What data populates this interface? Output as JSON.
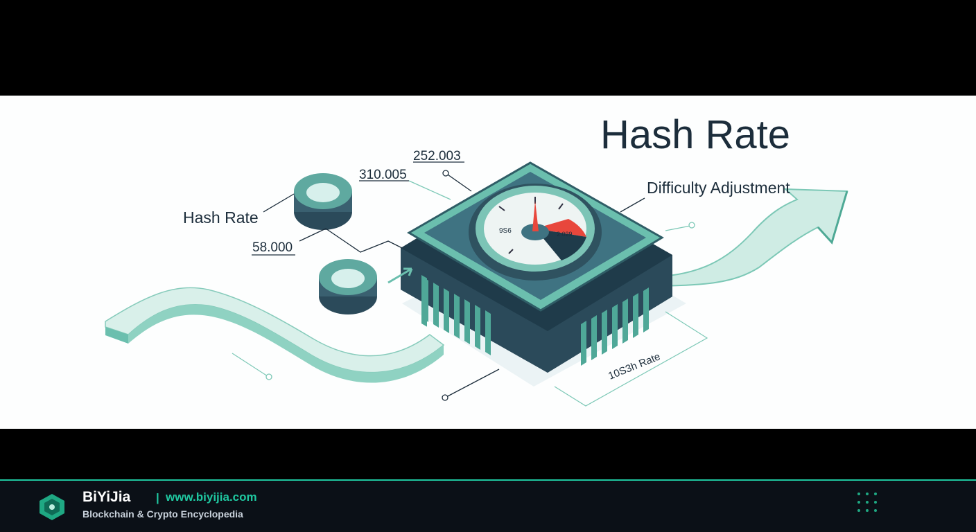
{
  "illustration": {
    "title": "Hash Rate",
    "label_left": "Hash Rate",
    "label_right": "Difficulty Adjustment",
    "value_top": "252.003",
    "value_mid": "310.005",
    "value_left": "58.000",
    "gauge_left": "9S6",
    "gauge_right": "2.029",
    "chip_label": "10S3h Rate"
  },
  "footer": {
    "brand": "BiYiJia",
    "separator": "|",
    "url": "www.biyijia.com",
    "tagline": "Blockchain & Crypto Encyclopedia"
  },
  "colors": {
    "accent": "#1fc7a0",
    "teal_light": "#d2ece6",
    "teal_mid": "#6bbfae",
    "slate": "#2f4f5f",
    "gauge_red": "#e8473c",
    "footer_bg": "#0b1017"
  }
}
